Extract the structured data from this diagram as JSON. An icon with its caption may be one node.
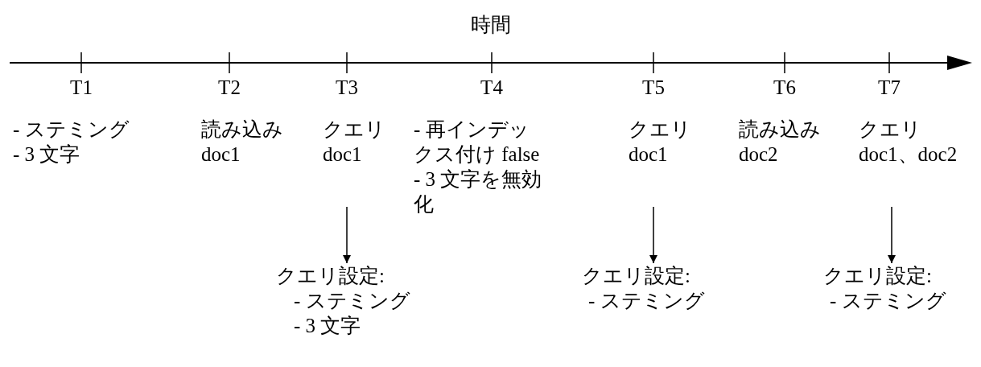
{
  "diagram": {
    "title": "時間",
    "nodes": [
      {
        "text": [
          "- ステミング",
          "- 3 文字"
        ]
      },
      {
        "text": [
          "読み込み",
          "doc1"
        ]
      },
      {
        "text": [
          "クエリ",
          "doc1"
        ]
      },
      {
        "text": [
          "- 再インデックス付け false",
          "- 3 文字を無効化"
        ]
      },
      {
        "text": [
          "クエリ",
          "doc1"
        ]
      },
      {
        "text": [
          "読み込み",
          "doc2"
        ]
      },
      {
        "text": [
          "クエリ",
          "doc1、doc2"
        ]
      },
      {
        "text": [
          "クエリ設定:",
          "- ステミング",
          "- 3 文字"
        ]
      },
      {
        "text": [
          "クエリ設定:",
          "- ステミング"
        ]
      },
      {
        "text": [
          "クエリ設定:",
          "- ステミング"
        ]
      }
    ],
    "edges": [
      {
        "from": 2,
        "to": 7,
        "arrow": "to"
      },
      {
        "from": 4,
        "to": 8,
        "arrow": "to"
      },
      {
        "from": 6,
        "to": 9,
        "arrow": "to"
      }
    ],
    "labels": [
      "T1",
      "T2",
      "T3",
      "T4",
      "T5",
      "T6",
      "T7"
    ]
  }
}
